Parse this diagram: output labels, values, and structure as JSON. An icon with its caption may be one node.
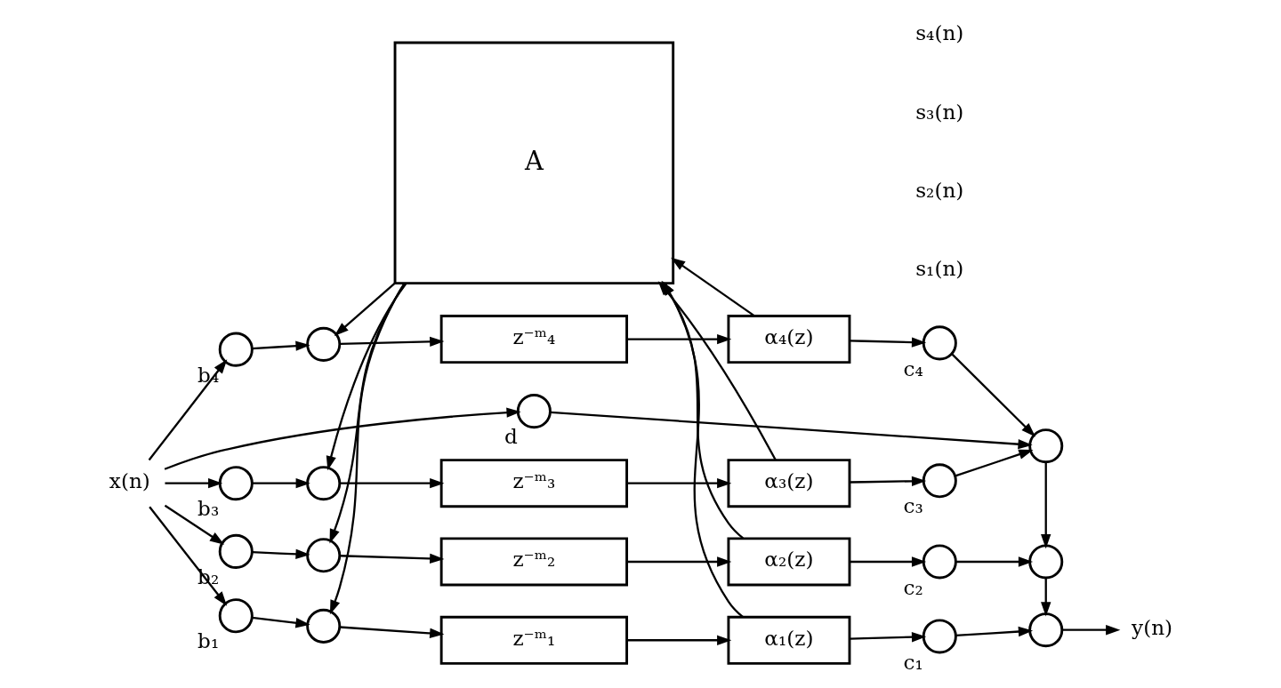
{
  "diagram": {
    "nodes": [
      {
        "text": [
          "A"
        ]
      },
      {
        "text": [
          "x(n)"
        ]
      },
      {
        "text": [],
        "shape": "circle",
        "beside": [
          "b₁"
        ]
      },
      {
        "text": [],
        "shape": "circle",
        "beside": [
          "b₂"
        ]
      },
      {
        "text": [],
        "shape": "circle",
        "beside": [
          "b₃"
        ]
      },
      {
        "text": [],
        "shape": "circle",
        "beside": [
          "b₄"
        ]
      },
      {
        "text": [],
        "shape": "circle"
      },
      {
        "text": [],
        "shape": "circle"
      },
      {
        "text": [],
        "shape": "circle"
      },
      {
        "text": [],
        "shape": "circle"
      },
      {
        "text": [
          "z⁻ᵐ₁"
        ]
      },
      {
        "text": [
          "z⁻ᵐ₂"
        ]
      },
      {
        "text": [
          "z⁻ᵐ₃"
        ]
      },
      {
        "text": [
          "z⁻ᵐ₄"
        ]
      },
      {
        "text": [
          "α₁(z)"
        ]
      },
      {
        "text": [
          "α₂(z)"
        ]
      },
      {
        "text": [
          "α₃(z)"
        ]
      },
      {
        "text": [
          "α₄(z)"
        ]
      },
      {
        "text": [],
        "shape": "circle",
        "beside": [
          "c₁"
        ]
      },
      {
        "text": [],
        "shape": "circle",
        "beside": [
          "c₂"
        ]
      },
      {
        "text": [],
        "shape": "circle",
        "beside": [
          "c₃"
        ]
      },
      {
        "text": [],
        "shape": "circle",
        "beside": [
          "c₄"
        ]
      },
      {
        "text": [],
        "shape": "circle"
      },
      {
        "text": [],
        "shape": "circle"
      },
      {
        "text": [],
        "shape": "circle"
      },
      {
        "text": [
          "y(n)"
        ]
      },
      {
        "text": [],
        "shape": "circle",
        "beside": [
          "d"
        ]
      }
    ],
    "edges": [
      {
        "from": 1,
        "to": 2,
        "arrow": "to"
      },
      {
        "from": 1,
        "to": 3,
        "arrow": "to"
      },
      {
        "from": 1,
        "to": 4,
        "arrow": "to"
      },
      {
        "from": 1,
        "to": 5,
        "arrow": "to"
      },
      {
        "from": 1,
        "to": 26,
        "arrow": "to"
      },
      {
        "from": 2,
        "to": 6,
        "arrow": "to"
      },
      {
        "from": 3,
        "to": 7,
        "arrow": "to"
      },
      {
        "from": 4,
        "to": 8,
        "arrow": "to"
      },
      {
        "from": 5,
        "to": 9,
        "arrow": "to"
      },
      {
        "from": 0,
        "to": 6,
        "arrow": "to"
      },
      {
        "from": 0,
        "to": 7,
        "arrow": "to"
      },
      {
        "from": 0,
        "to": 8,
        "arrow": "to"
      },
      {
        "from": 0,
        "to": 9,
        "arrow": "to"
      },
      {
        "from": 6,
        "to": 10,
        "arrow": "to"
      },
      {
        "from": 7,
        "to": 11,
        "arrow": "to"
      },
      {
        "from": 8,
        "to": 12,
        "arrow": "to"
      },
      {
        "from": 9,
        "to": 13,
        "arrow": "to"
      },
      {
        "from": 10,
        "to": 14,
        "arrow": "to"
      },
      {
        "from": 11,
        "to": 15,
        "arrow": "to"
      },
      {
        "from": 12,
        "to": 16,
        "arrow": "to"
      },
      {
        "from": 13,
        "to": 17,
        "arrow": "to"
      },
      {
        "from": 14,
        "to": 18,
        "arrow": "to"
      },
      {
        "from": 15,
        "to": 19,
        "arrow": "to"
      },
      {
        "from": 16,
        "to": 20,
        "arrow": "to"
      },
      {
        "from": 17,
        "to": 21,
        "arrow": "to"
      },
      {
        "from": 14,
        "to": 0,
        "arrow": "to"
      },
      {
        "from": 15,
        "to": 0,
        "arrow": "to"
      },
      {
        "from": 16,
        "to": 0,
        "arrow": "to"
      },
      {
        "from": 17,
        "to": 0,
        "arrow": "to"
      },
      {
        "from": 18,
        "to": 22,
        "arrow": "to"
      },
      {
        "from": 19,
        "to": 23,
        "arrow": "to"
      },
      {
        "from": 20,
        "to": 24,
        "arrow": "to"
      },
      {
        "from": 21,
        "to": 24,
        "arrow": "to"
      },
      {
        "from": 26,
        "to": 24,
        "arrow": "to"
      },
      {
        "from": 24,
        "to": 23,
        "arrow": "to"
      },
      {
        "from": 23,
        "to": 22,
        "arrow": "to"
      },
      {
        "from": 22,
        "to": 25,
        "arrow": "to"
      }
    ],
    "labels": [
      "s₁(n)",
      "s₂(n)",
      "s₃(n)",
      "s₄(n)"
    ]
  }
}
